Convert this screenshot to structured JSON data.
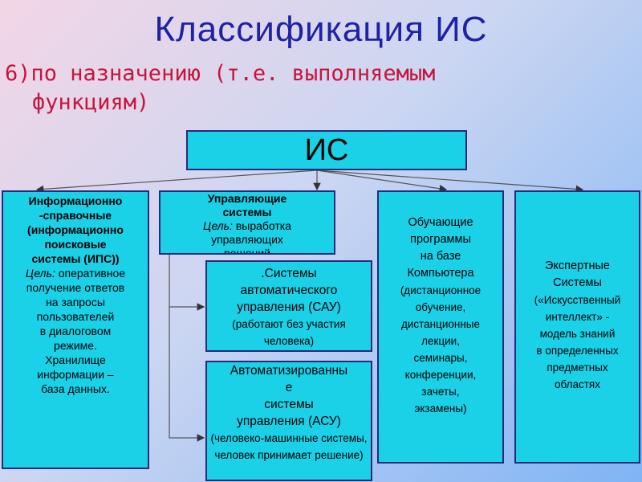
{
  "title": "Классификация ИС",
  "subtitle": {
    "line1": "6)по назначению (т.е. выполняемым",
    "line2": "функциям)"
  },
  "root": {
    "label": "ИС"
  },
  "box_ips": {
    "heading_lines": [
      "Информационно",
      "-справочные",
      "(информационно",
      "поисковые",
      "системы (ИПС))"
    ],
    "goal_label": "Цель:",
    "goal_text": " оперативное",
    "lines": [
      "получение ответов",
      "на запросы",
      "пользователей",
      "в диалоговом",
      "режиме.",
      "Хранилище",
      "информации –",
      "база данных."
    ]
  },
  "box_upr": {
    "heading_lines": [
      "Управляющие",
      "системы"
    ],
    "goal_label": "Цель:",
    "goal_text": " выработка",
    "lines": [
      "управляющих",
      "решений"
    ]
  },
  "box_sau": {
    "lines": [
      ".Системы",
      "автоматического",
      "управления (САУ)"
    ],
    "note": "(работают без участия человека)"
  },
  "box_asu": {
    "lines": [
      "Автоматизированны",
      "е",
      "системы",
      "управления (АСУ)"
    ],
    "note": "(человеко-машинные системы, человек принимает решение)"
  },
  "box_obuch": {
    "lines": [
      "Обучающие",
      "программы",
      "на базе",
      "Компьютера"
    ],
    "note_lines": [
      "(дистанционное",
      "обучение,",
      "дистанционные",
      "лекции,",
      "семинары,",
      "конференции,",
      "зачеты,",
      "экзамены)"
    ]
  },
  "box_expert": {
    "lines": [
      "Экспертные",
      "Системы",
      "(«Искусственный",
      "интеллект» -",
      "модель знаний",
      "в определенных",
      "предметных",
      "областях"
    ]
  },
  "colors": {
    "title": "#1f21a6",
    "subtitle": "#c8143a",
    "box_fill": "#1ad1e8",
    "box_border": "#2a2a7a"
  }
}
